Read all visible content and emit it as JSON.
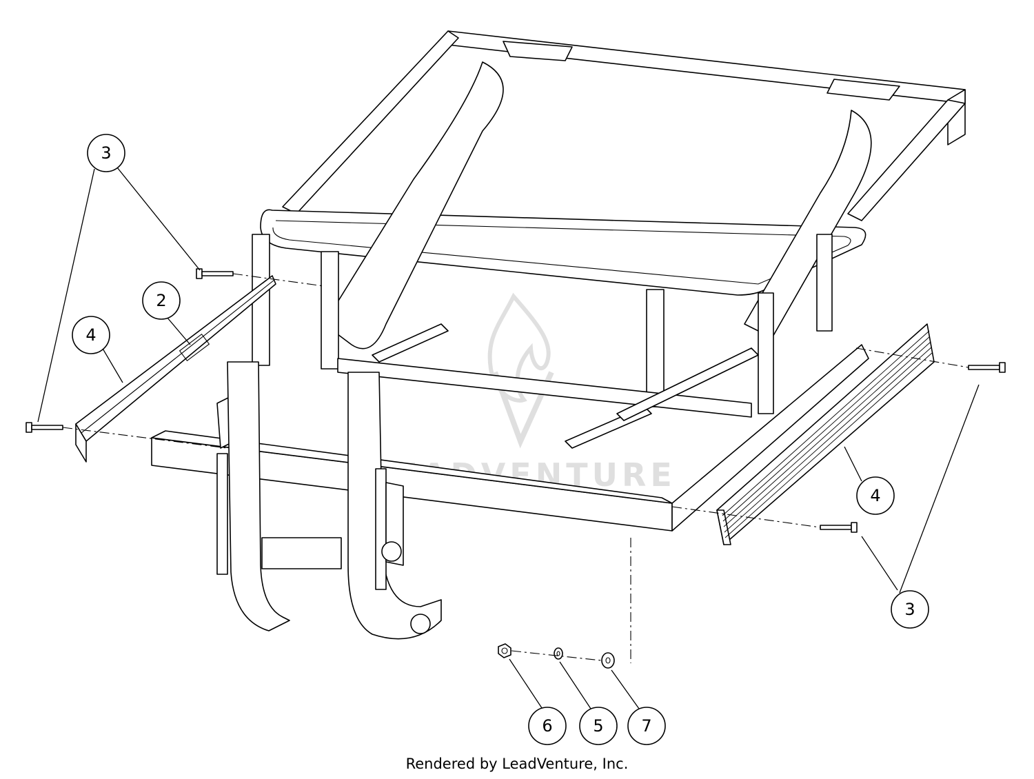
{
  "callouts": {
    "c3_top_left": "3",
    "c2": "2",
    "c4_left": "4",
    "c4_right": "4",
    "c3_bottom_right": "3",
    "c6": "6",
    "c5": "5",
    "c7": "7"
  },
  "footer": {
    "rendered_by": "Rendered by LeadVenture, Inc."
  },
  "watermark": {
    "brand": "LEADVENTURE"
  },
  "colors": {
    "line": "#000000",
    "background": "#ffffff"
  }
}
